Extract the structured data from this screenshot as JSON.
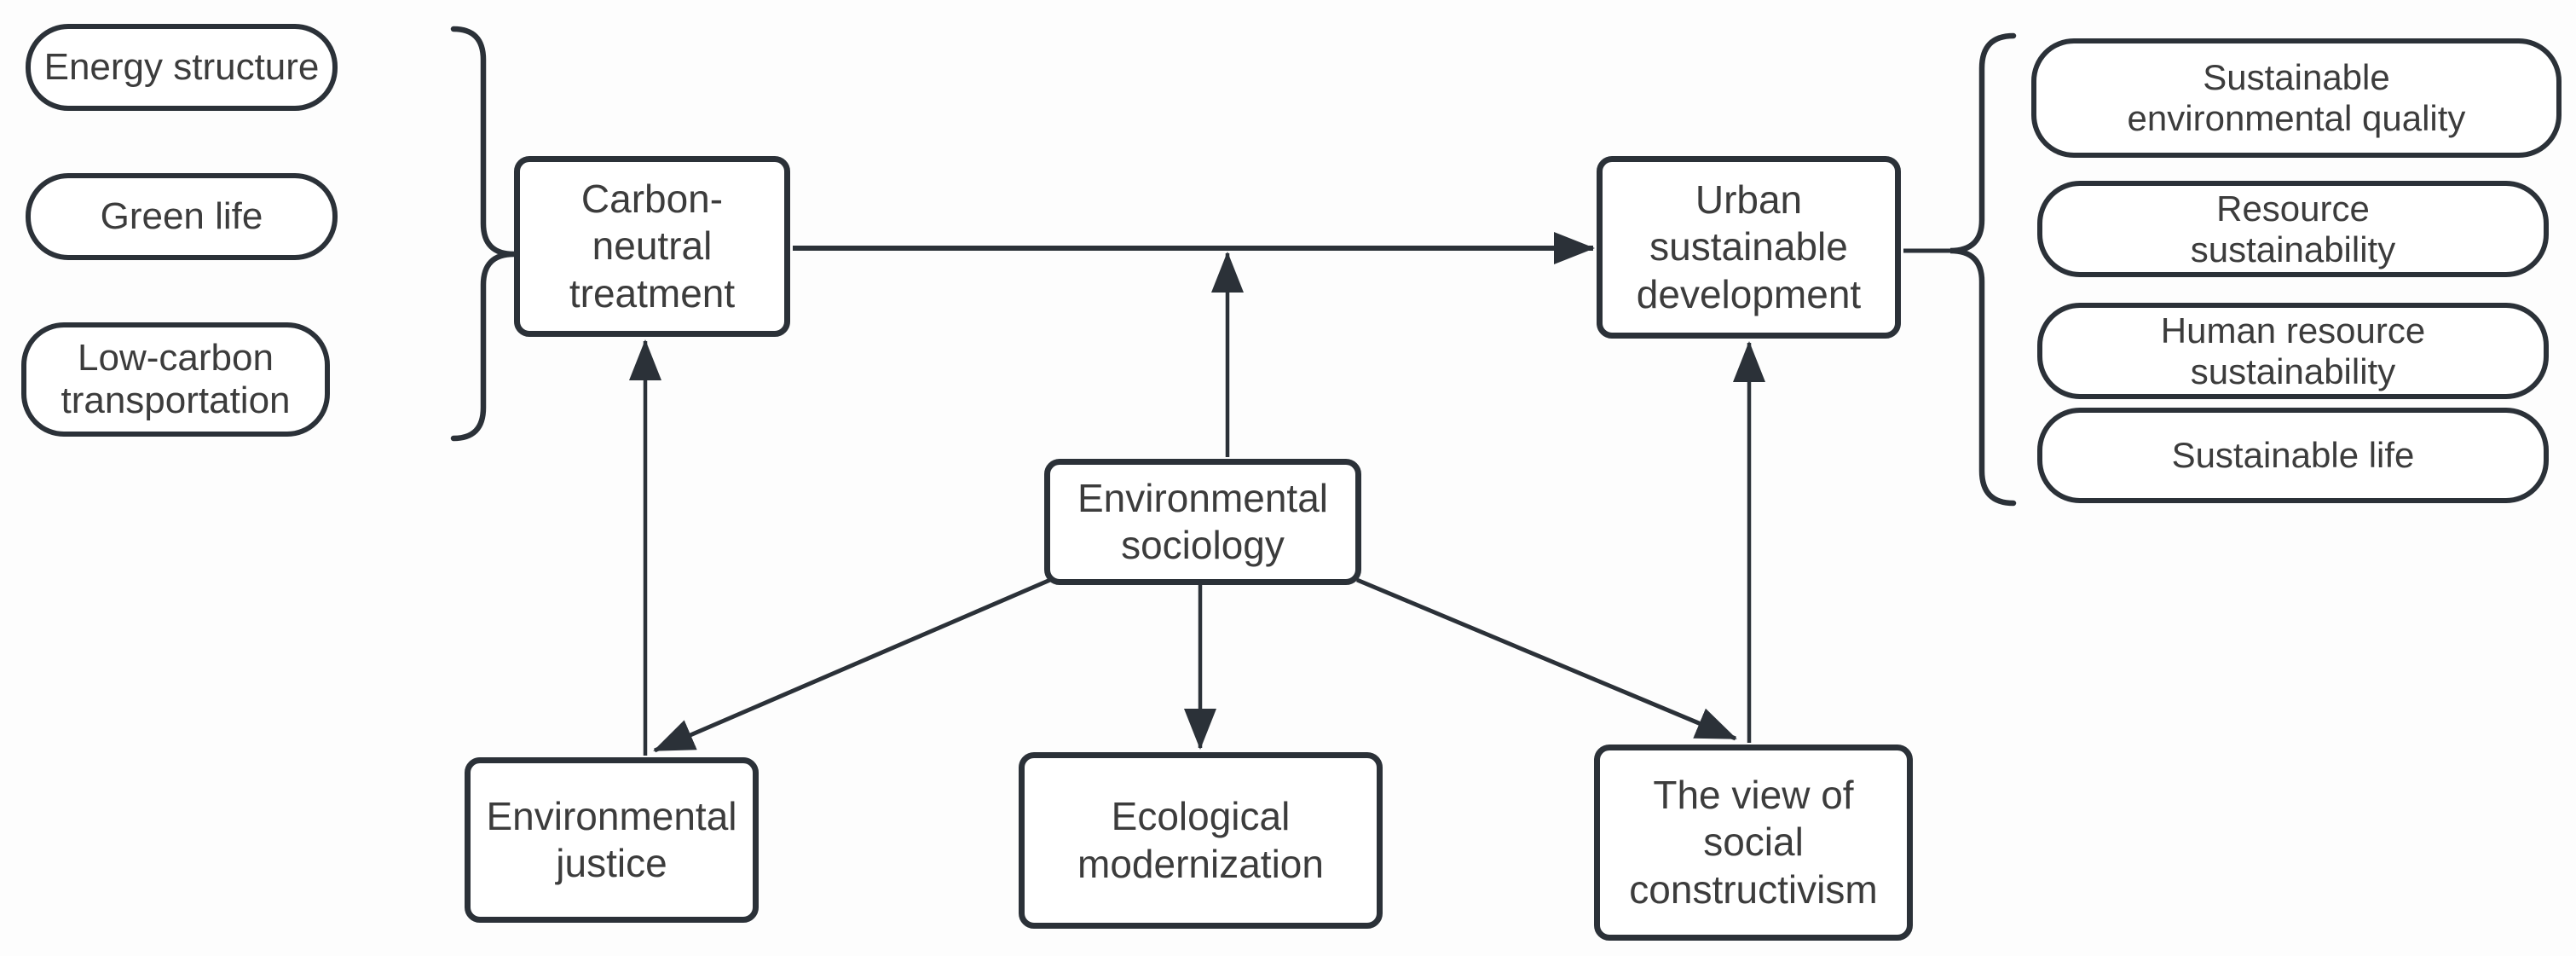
{
  "colors": {
    "stroke": "#2b3138",
    "text": "#3c3c3c",
    "background": "#fdfdfd"
  },
  "nodes": {
    "carbon_neutral_treatment": {
      "label": "Carbon-\nneutral\ntreatment"
    },
    "urban_sustainable_development": {
      "label": "Urban\nsustainable\ndevelopment"
    },
    "environmental_sociology": {
      "label": "Environmental\nsociology"
    },
    "environmental_justice": {
      "label": "Environmental\njustice"
    },
    "ecological_modernization": {
      "label": "Ecological\nmodernization"
    },
    "view_of_social_constructivism": {
      "label": "The view of\nsocial\nconstructivism"
    }
  },
  "left_group": {
    "items": [
      {
        "label": "Energy structure"
      },
      {
        "label": "Green life"
      },
      {
        "label": "Low-carbon\ntransportation"
      }
    ],
    "brace_points_to": "carbon_neutral_treatment"
  },
  "right_group": {
    "items": [
      {
        "label": "Sustainable\nenvironmental quality"
      },
      {
        "label": "Resource\nsustainability"
      },
      {
        "label": "Human resource\nsustainability"
      },
      {
        "label": "Sustainable life"
      }
    ],
    "brace_points_to": "urban_sustainable_development"
  },
  "edges": [
    {
      "from": "carbon_neutral_treatment",
      "to": "urban_sustainable_development",
      "type": "arrow"
    },
    {
      "from": "environmental_sociology",
      "to": "carbon_to_urban_link",
      "type": "arrow"
    },
    {
      "from": "environmental_justice",
      "to": "carbon_neutral_treatment",
      "type": "arrow"
    },
    {
      "from": "environmental_sociology",
      "to": "environmental_justice",
      "type": "arrow"
    },
    {
      "from": "environmental_sociology",
      "to": "ecological_modernization",
      "type": "arrow"
    },
    {
      "from": "environmental_sociology",
      "to": "view_of_social_constructivism",
      "type": "arrow"
    },
    {
      "from": "view_of_social_constructivism",
      "to": "urban_sustainable_development",
      "type": "arrow"
    }
  ]
}
